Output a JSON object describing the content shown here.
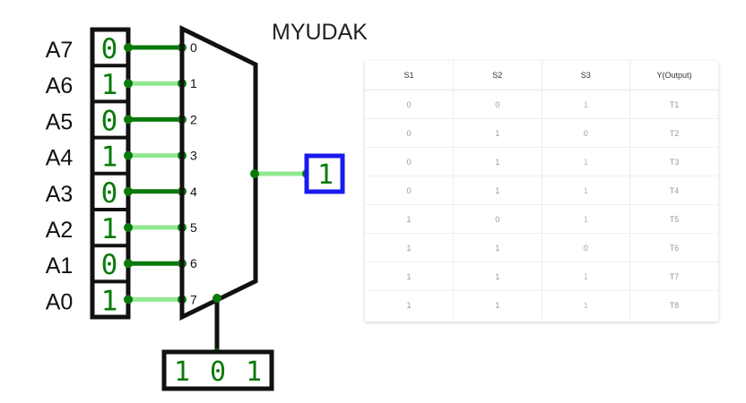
{
  "title": "MYUDAK",
  "inputs": [
    {
      "label": "A7",
      "value": "0",
      "pin": "0"
    },
    {
      "label": "A6",
      "value": "1",
      "pin": "1"
    },
    {
      "label": "A5",
      "value": "0",
      "pin": "2"
    },
    {
      "label": "A4",
      "value": "1",
      "pin": "3"
    },
    {
      "label": "A3",
      "value": "0",
      "pin": "4"
    },
    {
      "label": "A2",
      "value": "1",
      "pin": "5"
    },
    {
      "label": "A1",
      "value": "0",
      "pin": "6"
    },
    {
      "label": "A0",
      "value": "1",
      "pin": "7"
    }
  ],
  "select": {
    "bits": [
      "1",
      "0",
      "1"
    ]
  },
  "output": {
    "value": "1"
  },
  "colors": {
    "wire_low": "#0a7a0a",
    "wire_high": "#90e890",
    "digit": "#0a7a0a",
    "node": "#0a7a0a",
    "output_border": "#1a1aee",
    "outline": "#111111"
  },
  "truth_table": {
    "headers": [
      "S1",
      "S2",
      "S3",
      "Y(Output)"
    ],
    "rows": [
      [
        "0",
        "0",
        "1",
        "T1"
      ],
      [
        "0",
        "1",
        "0",
        "T2"
      ],
      [
        "0",
        "1",
        "1",
        "T3"
      ],
      [
        "0",
        "1",
        "1",
        "T4"
      ],
      [
        "1",
        "0",
        "1",
        "T5"
      ],
      [
        "1",
        "1",
        "0",
        "T6"
      ],
      [
        "1",
        "1",
        "1",
        "T7"
      ],
      [
        "1",
        "1",
        "1",
        "T8"
      ]
    ]
  }
}
